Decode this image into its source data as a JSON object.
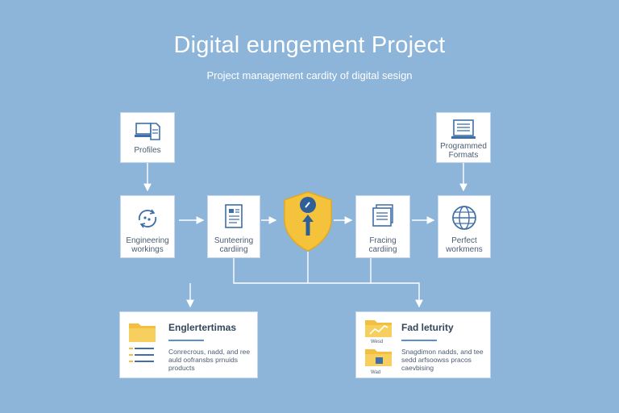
{
  "header": {
    "title": "Digital eungement Project",
    "subtitle": "Project management cardity of digital sesign"
  },
  "nodes": {
    "profiles": {
      "label": "Profiles",
      "icon": "computer-document-icon"
    },
    "programmed_formats": {
      "label": "Programmed\nFormats",
      "icon": "monitor-text-icon"
    },
    "engineering_workings": {
      "label": "Engineering\nworkings",
      "icon": "refresh-cycle-icon"
    },
    "sentencing_cardiing": {
      "label": "Sunteering\ncardiing",
      "icon": "document-list-icon"
    },
    "security": {
      "icon": "shield-upload-icon"
    },
    "fracing_cardiing": {
      "label": "Fracing\ncardiing",
      "icon": "stacked-documents-icon"
    },
    "perfect_workmens": {
      "label": "Perfect\nworkmens",
      "icon": "globe-icon"
    }
  },
  "panels": {
    "left": {
      "title": "Englertertimas",
      "text": "Conrecrous, nadd, and ree\nauld oofransbs prnuids\nproducts",
      "icon": "folder-list-icon"
    },
    "right": {
      "title": "Fad leturity",
      "text": "Snagdimon nadds, and tee\nsedd arfsoowss pracos\ncaevbising",
      "icon": "folder-chart-icon",
      "sub1": "Wesd",
      "sub2": "Wad"
    }
  },
  "colors": {
    "background": "#8db4d9",
    "accent_blue": "#3e6fa8",
    "shield_yellow": "#f5c33b",
    "folder_yellow": "#f3bf3f"
  }
}
